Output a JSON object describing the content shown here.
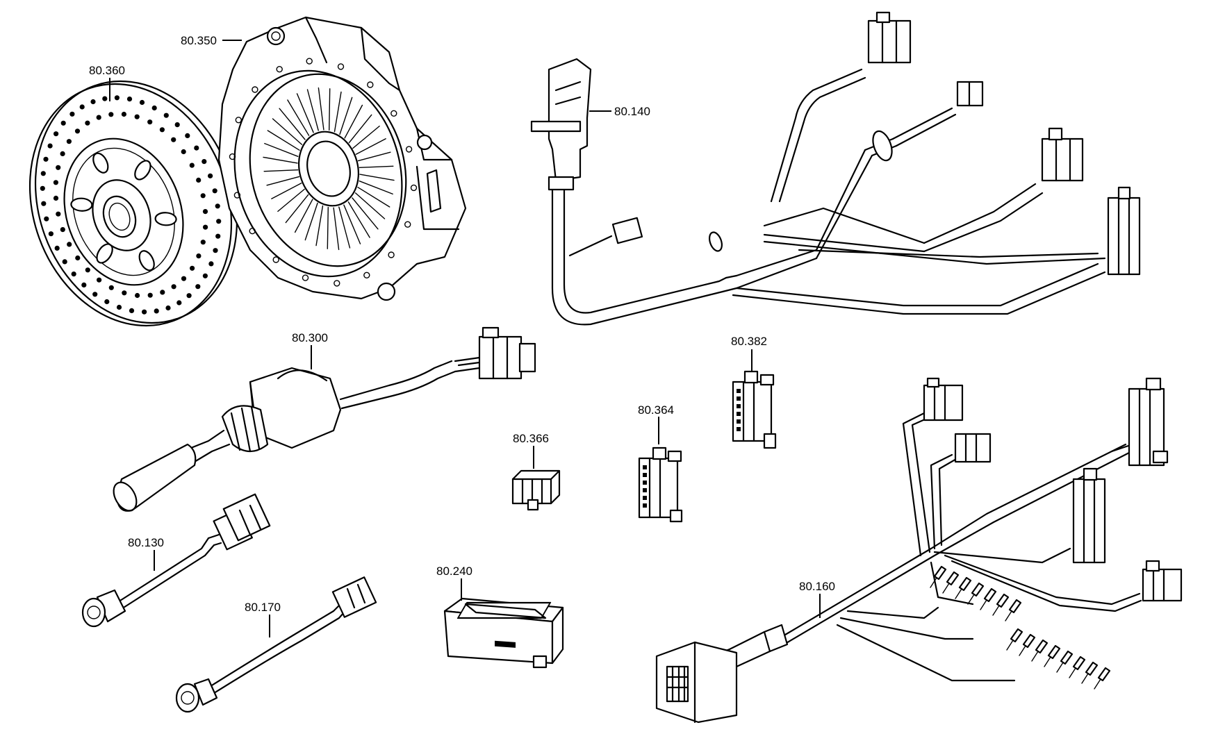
{
  "labels": {
    "p80360": "80.360",
    "p80350": "80.350",
    "p80140": "80.140",
    "p80300": "80.300",
    "p80382": "80.382",
    "p80364": "80.364",
    "p80366": "80.366",
    "p80130": "80.130",
    "p80170": "80.170",
    "p80240": "80.240",
    "p80160": "80.160"
  }
}
